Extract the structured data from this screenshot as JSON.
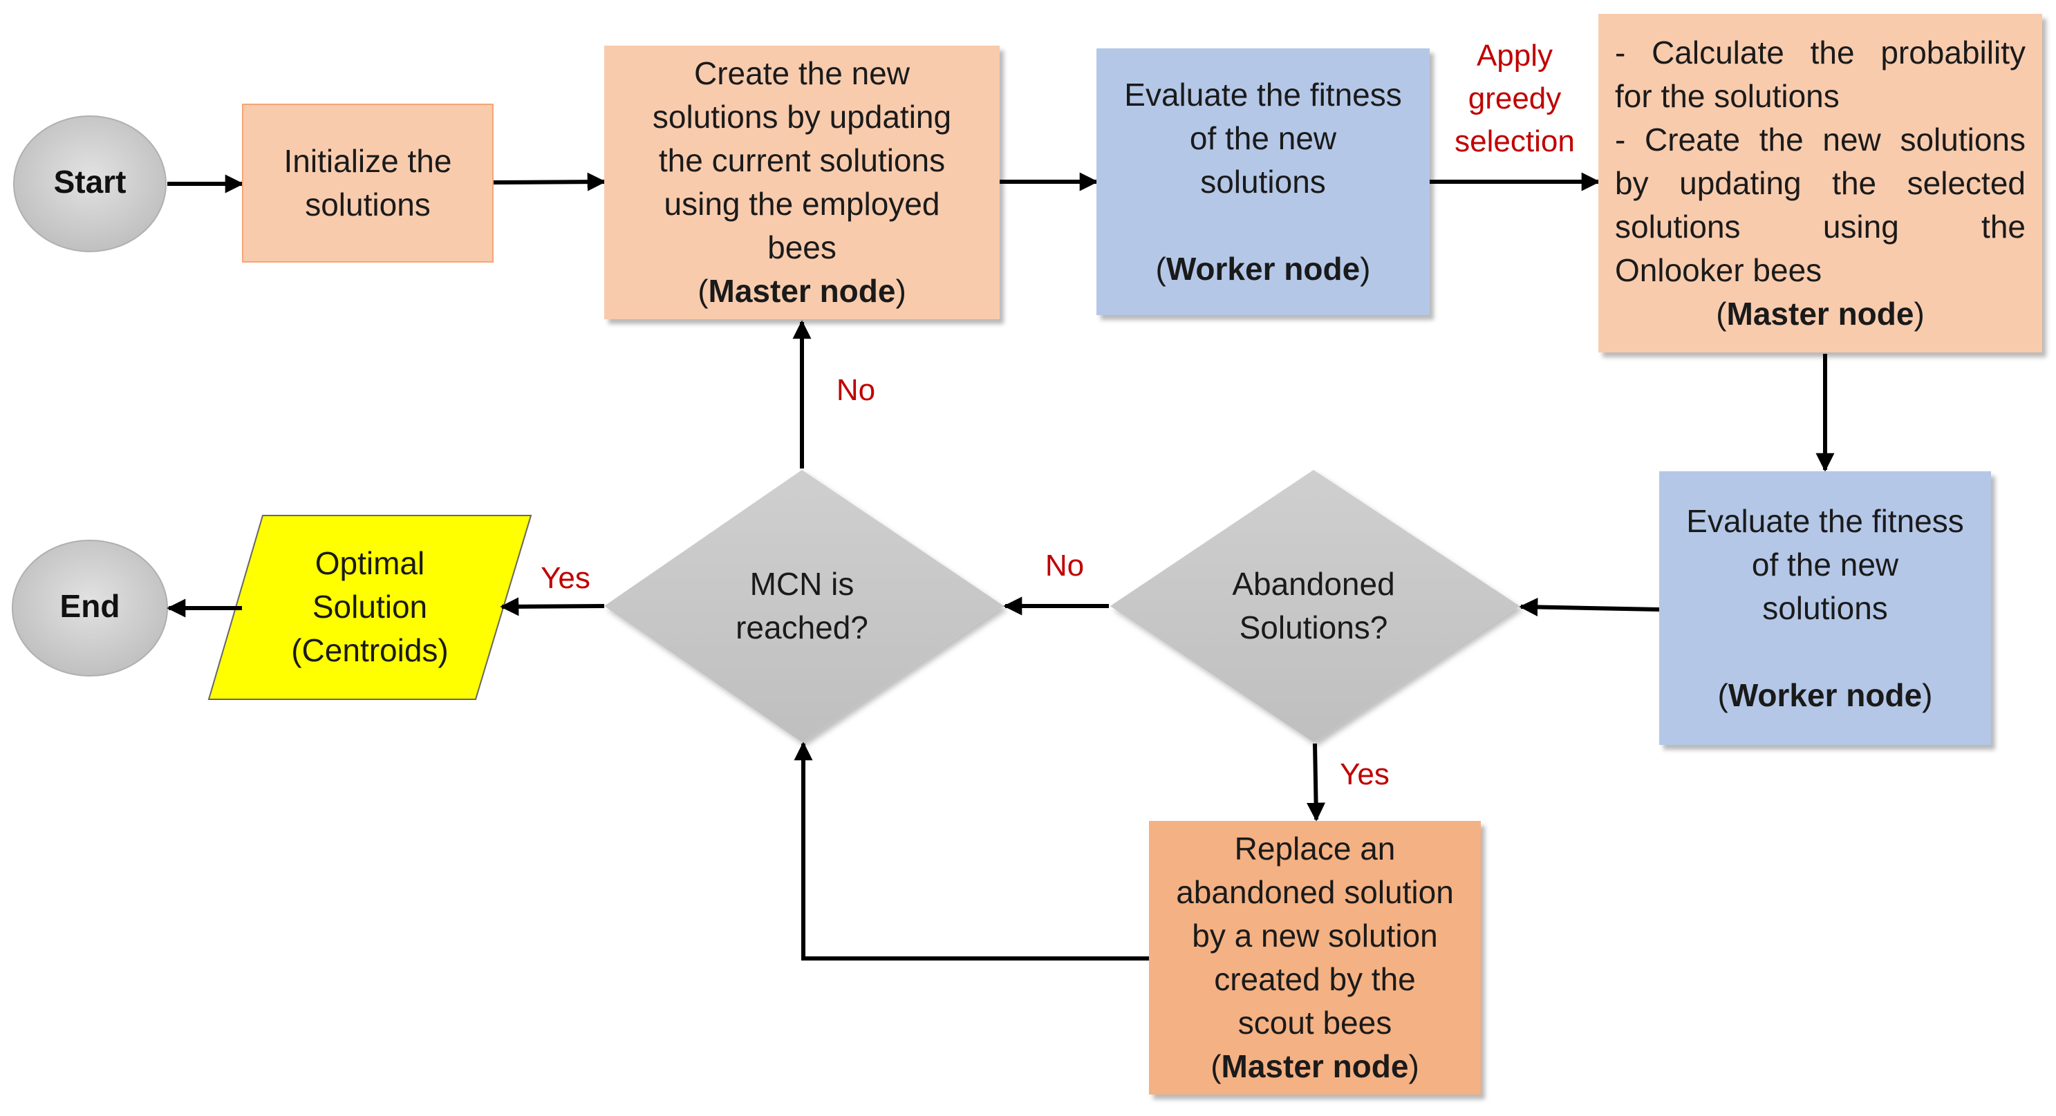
{
  "nodes": {
    "start": "Start",
    "end": "End",
    "initialize": [
      "Initialize the",
      "solutions"
    ],
    "create_employed": [
      "Create the new",
      "solutions by updating",
      "the current solutions",
      "using the employed",
      "bees"
    ],
    "master_node": "Master node",
    "worker_node": "Worker node",
    "evaluate_fitness": [
      "Evaluate the fitness",
      "of the new",
      "solutions"
    ],
    "onlooker": [
      "- Calculate the probability",
      "for the solutions",
      "- Create the new solutions",
      "by updating the selected",
      "solutions using the",
      "Onlooker bees"
    ],
    "abandoned": [
      "Abandoned",
      "Solutions?"
    ],
    "mcn": [
      "MCN is",
      "reached?"
    ],
    "scout": [
      "Replace an",
      "abandoned solution",
      "by a new solution",
      "created by the",
      "scout bees"
    ],
    "optimal": [
      "Optimal",
      "Solution",
      "(Centroids)"
    ]
  },
  "labels": {
    "apply_greedy": [
      "Apply",
      "greedy",
      "selection"
    ],
    "no": "No",
    "yes": "Yes"
  },
  "colors": {
    "peach": "#f8cbad",
    "orange": "#f4b183",
    "blue": "#b4c7e7",
    "gray": "#c8c8c8",
    "yellow": "#ffff00",
    "label_red": "#c00000"
  }
}
